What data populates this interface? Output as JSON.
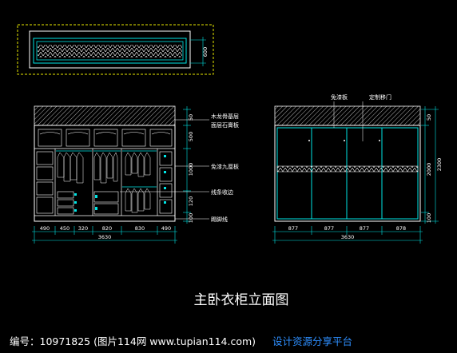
{
  "title": "主卧衣柜立面图",
  "footer": {
    "code": "编号：10971825 (图片114网 www.tupian114.com)",
    "link": "设计资源分享平台"
  },
  "plan": {
    "depth": "600"
  },
  "left_elevation": {
    "heights": [
      "50",
      "500",
      "1000",
      "120",
      "100"
    ],
    "widths": [
      "490",
      "450",
      "320",
      "820",
      "830",
      "490"
    ],
    "total_width": "3630",
    "notes": [
      "木龙骨基层",
      "面层石膏板",
      "免漆九厘板",
      "线条收边",
      "踢脚线"
    ]
  },
  "right_elevation": {
    "labels": [
      "免漆板",
      "定制移门"
    ],
    "heights": [
      "50",
      "2000",
      "100"
    ],
    "widths": [
      "877",
      "877",
      "877",
      "878"
    ],
    "total_width": "3630",
    "height_total": "2300"
  },
  "colors": {
    "line": "#00e5e5",
    "text": "#ffffff",
    "link": "#2e8fff",
    "yellow": "#e6e600"
  }
}
